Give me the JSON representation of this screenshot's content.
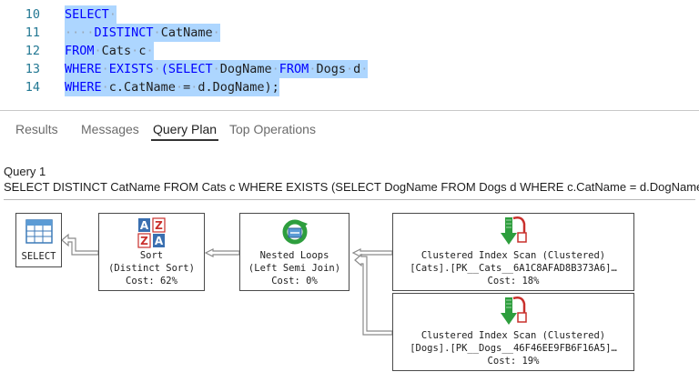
{
  "editor": {
    "lines": [
      {
        "number": "10",
        "tokens": [
          "SELECT"
        ]
      },
      {
        "number": "11",
        "tokens": [
          "DISTINCT",
          "CatName"
        ]
      },
      {
        "number": "12",
        "tokens": [
          "FROM",
          "Cats",
          "c"
        ]
      },
      {
        "number": "13",
        "tokens": [
          "WHERE",
          "EXISTS",
          "(SELECT",
          "DogName",
          "FROM",
          "Dogs",
          "d"
        ]
      },
      {
        "number": "14",
        "tokens": [
          "WHERE",
          "c.CatName",
          "=",
          "d.DogName);"
        ]
      }
    ]
  },
  "tabs": [
    {
      "label": "Results",
      "active": false
    },
    {
      "label": "Messages",
      "active": false
    },
    {
      "label": "Query Plan",
      "active": true
    },
    {
      "label": "Top Operations",
      "active": false
    }
  ],
  "query": {
    "title": "Query 1",
    "text": "SELECT DISTINCT CatName FROM Cats c WHERE EXISTS (SELECT DogName FROM Dogs d WHERE c.CatName = d.DogName)"
  },
  "plan": {
    "select": {
      "label": "SELECT",
      "icon": "table-icon"
    },
    "sort": {
      "name": "Sort",
      "detail": "(Distinct Sort)",
      "cost": "Cost: 62%",
      "icon": "sort-az-icon"
    },
    "nested_loops": {
      "name": "Nested Loops",
      "detail": "(Left Semi Join)",
      "cost": "Cost: 0%",
      "icon": "nested-loops-icon"
    },
    "scan_cats": {
      "name": "Clustered Index Scan (Clustered)",
      "object": "[Cats].[PK__Cats__6A1C8AFAD8B373A6]…",
      "cost": "Cost: 18%",
      "icon": "clustered-index-scan-icon"
    },
    "scan_dogs": {
      "name": "Clustered Index Scan (Clustered)",
      "object": "[Dogs].[PK__Dogs__46F46EE9FB6F16A5]…",
      "cost": "Cost: 19%",
      "icon": "clustered-index-scan-icon"
    }
  },
  "colors": {
    "keyword": "#0000ff",
    "line_number": "#237893",
    "selection": "#add6ff",
    "node_border": "#4a4a4a",
    "arrow": "#8a8a8a"
  }
}
